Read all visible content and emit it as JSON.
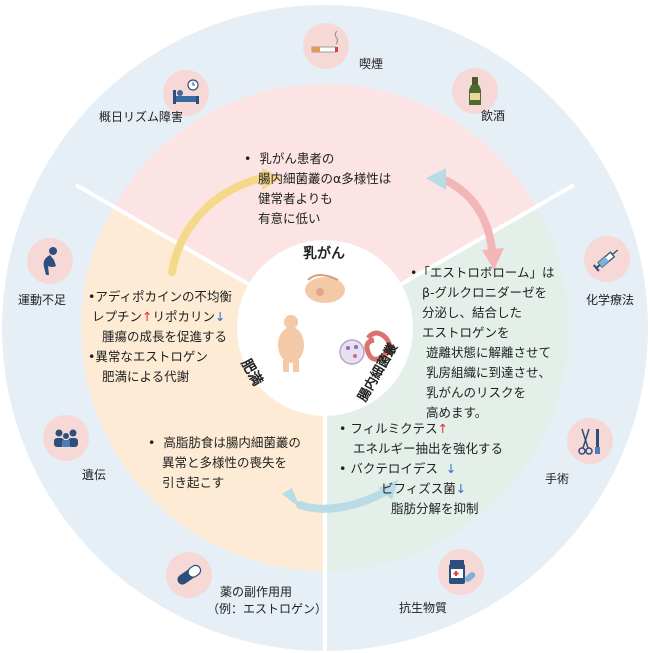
{
  "center": {
    "breast_cancer": "乳がん",
    "obesity": "肥満",
    "gut_flora": "腸内細菌叢"
  },
  "sectors": {
    "top": {
      "line1": "乳がん患者の",
      "line2": "腸内細菌叢のα多様性は",
      "line3": "健常者よりも",
      "line4": "有意に低い"
    },
    "left": {
      "b1_line1": "アディポカインの不均衡",
      "b1_line2_a": "レプチン",
      "b1_line2_b": "↑",
      "b1_line2_c": "リポカリン",
      "b1_line2_d": "↓",
      "b1_line3": "腫瘍の成長を促進する",
      "b2_line1": "異常なエストロゲン",
      "b2_line2": "肥満による代謝"
    },
    "bottom_left": {
      "line1": "高脂肪食は腸内細菌叢の",
      "line2": "異常と多様性の喪失を",
      "line3": "引き起こす"
    },
    "right": {
      "line1": "「エストロボローム」は",
      "line2": "β-グルクロニダーゼを",
      "line3": "分泌し、結合した",
      "line4": "エストロゲンを",
      "line5": "遊離状態に解離させて",
      "line6": "乳房組織に到達させ、",
      "line7": "乳がんのリスクを",
      "line8": "高めます。"
    },
    "bottom_right": {
      "b1_a": "フィルミクテス",
      "b1_b": "↑",
      "b1_line2": "エネルギー抽出を強化する",
      "b2_a": "バクテロイデス",
      "b2_b": "↓",
      "b2_line2_a": "ビフィズス菌",
      "b2_line2_b": "↓",
      "b2_line3": "脂肪分解を抑制"
    }
  },
  "bullet": "•",
  "factors": {
    "smoking": "喫煙",
    "drinking": "飲酒",
    "circadian": "概日リズム障害",
    "exercise": "運動不足",
    "chemo": "化学療法",
    "genetics": "遺伝",
    "surgery": "手術",
    "drug_line1": "薬の副作用用",
    "drug_line2": "（例：エストロゲン）",
    "antibiotics": "抗生物質"
  },
  "colors": {
    "outer_ring": "#e6eef6",
    "pink_sector": "#fbe4e3",
    "peach_sector": "#fdebd5",
    "green_sector": "#e3efe8",
    "badge": "#f6d9d6",
    "arrow_yellow": "#f5d98a",
    "arrow_pink": "#f2b6b6",
    "arrow_blue": "#b8dbe6"
  }
}
